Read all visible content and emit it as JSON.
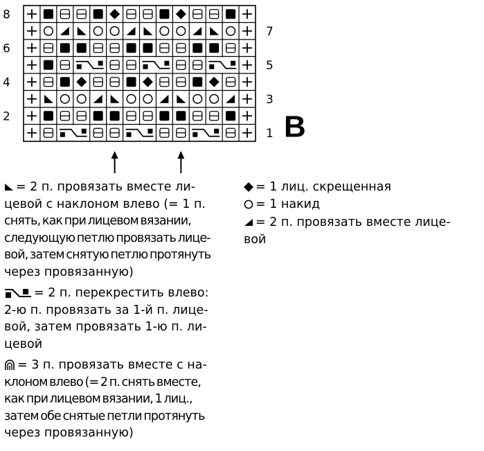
{
  "chart": {
    "letter": "B",
    "row_numbers_left": [
      "8",
      "6",
      "4",
      "2"
    ],
    "row_numbers_right": [
      "7",
      "5",
      "3",
      "1"
    ],
    "rows_top_to_bottom": [
      [
        "+",
        "F",
        "K",
        "K",
        "F",
        "D",
        "K",
        "K",
        "F",
        "D",
        "K",
        "K",
        "F",
        "+"
      ],
      [
        "+",
        "O",
        "R",
        "L",
        "O",
        "O",
        "R",
        "L",
        "O",
        "O",
        "R",
        "L",
        "O",
        "+"
      ],
      [
        "+",
        "K",
        "F",
        "F",
        "K",
        "K",
        "F",
        "F",
        "K",
        "K",
        "F",
        "F",
        "K",
        "+"
      ],
      [
        "+",
        "F",
        "K",
        "C",
        "X",
        "K",
        "K",
        "C",
        "X",
        "K",
        "K",
        "C",
        "X",
        "+"
      ],
      [
        "+",
        "K",
        "F",
        "D",
        "K",
        "K",
        "F",
        "D",
        "K",
        "K",
        "F",
        "D",
        "K",
        "+"
      ],
      [
        "+",
        "L",
        "O",
        "O",
        "R",
        "L",
        "O",
        "O",
        "R",
        "L",
        "O",
        "O",
        "R",
        "+"
      ],
      [
        "+",
        "F",
        "K",
        "K",
        "F",
        "F",
        "K",
        "K",
        "F",
        "F",
        "K",
        "K",
        "F",
        "+"
      ],
      [
        "+",
        "K",
        "C",
        "X",
        "K",
        "K",
        "C",
        "X",
        "K",
        "K",
        "C",
        "X",
        "K",
        "+"
      ]
    ],
    "arrow_columns": [
      5,
      9
    ]
  },
  "legend_left": [
    {
      "icon": "left-slant-decrease-icon",
      "lines": [
        "= 2 п. провязать вместе ли-",
        "цевой с наклоном влево (= 1 п.",
        "снять, как при лицевом вязании,",
        "следующую петлю провязать лице-",
        "вой, затем снятую петлю протянуть",
        "через провязанную)"
      ]
    },
    {
      "icon": "cross-left-icon",
      "lines": [
        "= 2 п. перекрестить влево:",
        "2-ю п. провязать за 1-й п. лице-",
        "вой, затем провязать 1-ю п. ли-",
        "цевой"
      ]
    },
    {
      "icon": "three-together-icon",
      "lines": [
        "= 3 п. провязать вместе с на-",
        "клоном влево (= 2 п. снять вместе,",
        "как при лицевом вязании, 1 лиц.,",
        "затем обе снятые петли протянуть",
        "через провязанную)"
      ]
    }
  ],
  "legend_right": [
    {
      "icon": "diamond-icon",
      "lines": [
        "= 1 лиц. скрещенная"
      ]
    },
    {
      "icon": "circle-icon",
      "lines": [
        "= 1 накид"
      ]
    },
    {
      "icon": "right-slant-decrease-icon",
      "lines": [
        "= 2 п. провязать вместе лице-",
        "вой"
      ]
    }
  ]
}
